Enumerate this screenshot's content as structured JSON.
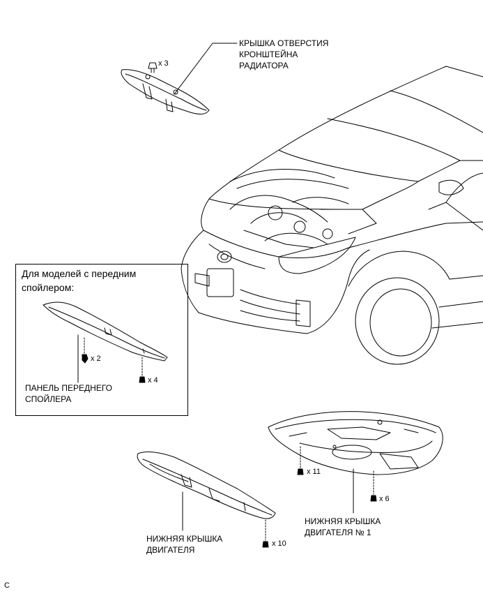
{
  "labels": {
    "radiator_cover": "КРЫШКА ОТВЕРСТИЯ\nКРОНШТЕЙНА\nРАДИАТОРА",
    "inset_title": "Для моделей с передним\nспойлером:",
    "front_spoiler_panel": "ПАНЕЛЬ ПЕРЕДНЕГО\nСПОЙЛЕРА",
    "engine_under_cover": "НИЖНЯЯ КРЫШКА\nДВИГАТЕЛЯ",
    "engine_under_cover_1": "НИЖНЯЯ КРЫШКА\nДВИГАТЕЛЯ № 1"
  },
  "quantities": {
    "radiator_cover_clips": "x 3",
    "spoiler_screws": "x 2",
    "spoiler_clips": "x 4",
    "under_cover_1_screws": "x 11",
    "under_cover_1_bolts": "x 6",
    "under_cover_bolts": "x 10"
  },
  "footer": {
    "code": "C"
  }
}
